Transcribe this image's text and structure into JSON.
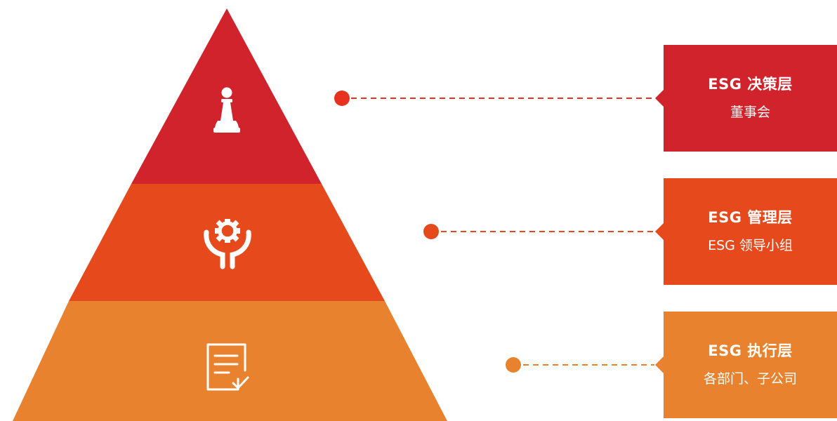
{
  "diagram": {
    "type": "pyramid",
    "levels": [
      {
        "id": "decision",
        "title": "ESG 决策层",
        "subtitle": "董事会",
        "color": "#d1232b",
        "dot_color": "#e8311f",
        "icon": "chess-pawn-icon"
      },
      {
        "id": "management",
        "title": "ESG 管理层",
        "subtitle": "ESG 领导小组",
        "color": "#e64a1c",
        "dot_color": "#e64a1c",
        "icon": "gear-hands-icon"
      },
      {
        "id": "execution",
        "title": "ESG 执行层",
        "subtitle": "各部门、子公司",
        "color": "#e8822e",
        "dot_color": "#e8822e",
        "icon": "checklist-document-icon"
      }
    ]
  }
}
